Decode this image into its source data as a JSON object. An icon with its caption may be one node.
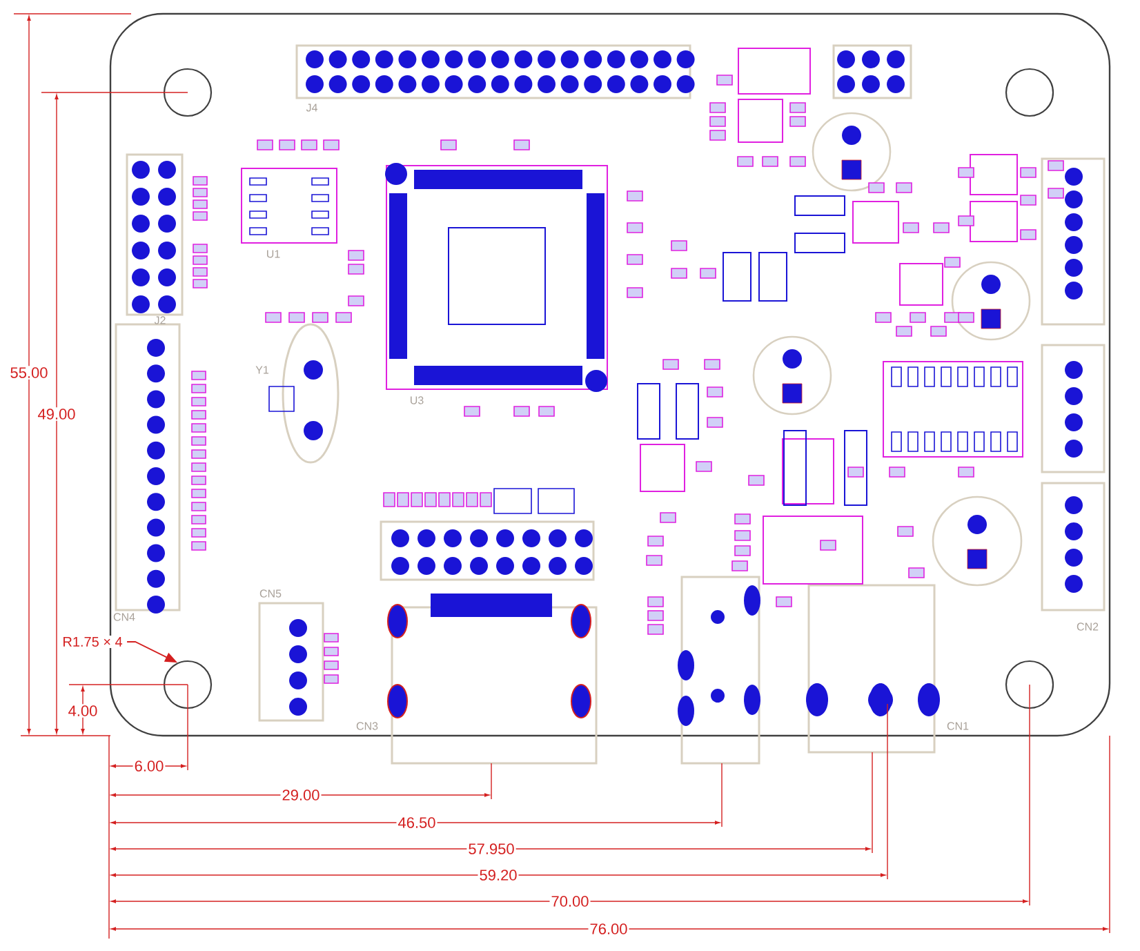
{
  "diagram": {
    "nodes": [
      {
        "text": [],
        "shape": "circle"
      },
      {
        "text": [],
        "shape": "circle"
      },
      {
        "text": [
          "R1.75 × 4"
        ]
      },
      {
        "text": [],
        "shape": "circle"
      },
      {
        "text": [],
        "shape": "circle"
      }
    ],
    "edges": [
      {
        "from": 2,
        "to": 3,
        "arrow": "to"
      }
    ],
    "labels": [
      "J4",
      "J2",
      "U1",
      "Y1",
      "U3",
      "55.00",
      "49.00",
      "CN4",
      "CN5",
      "CN3",
      "CN1",
      "CN2",
      "4.00",
      "6.00",
      "29.00",
      "46.50",
      "57.950",
      "59.20",
      "70.00",
      "76.00"
    ]
  }
}
